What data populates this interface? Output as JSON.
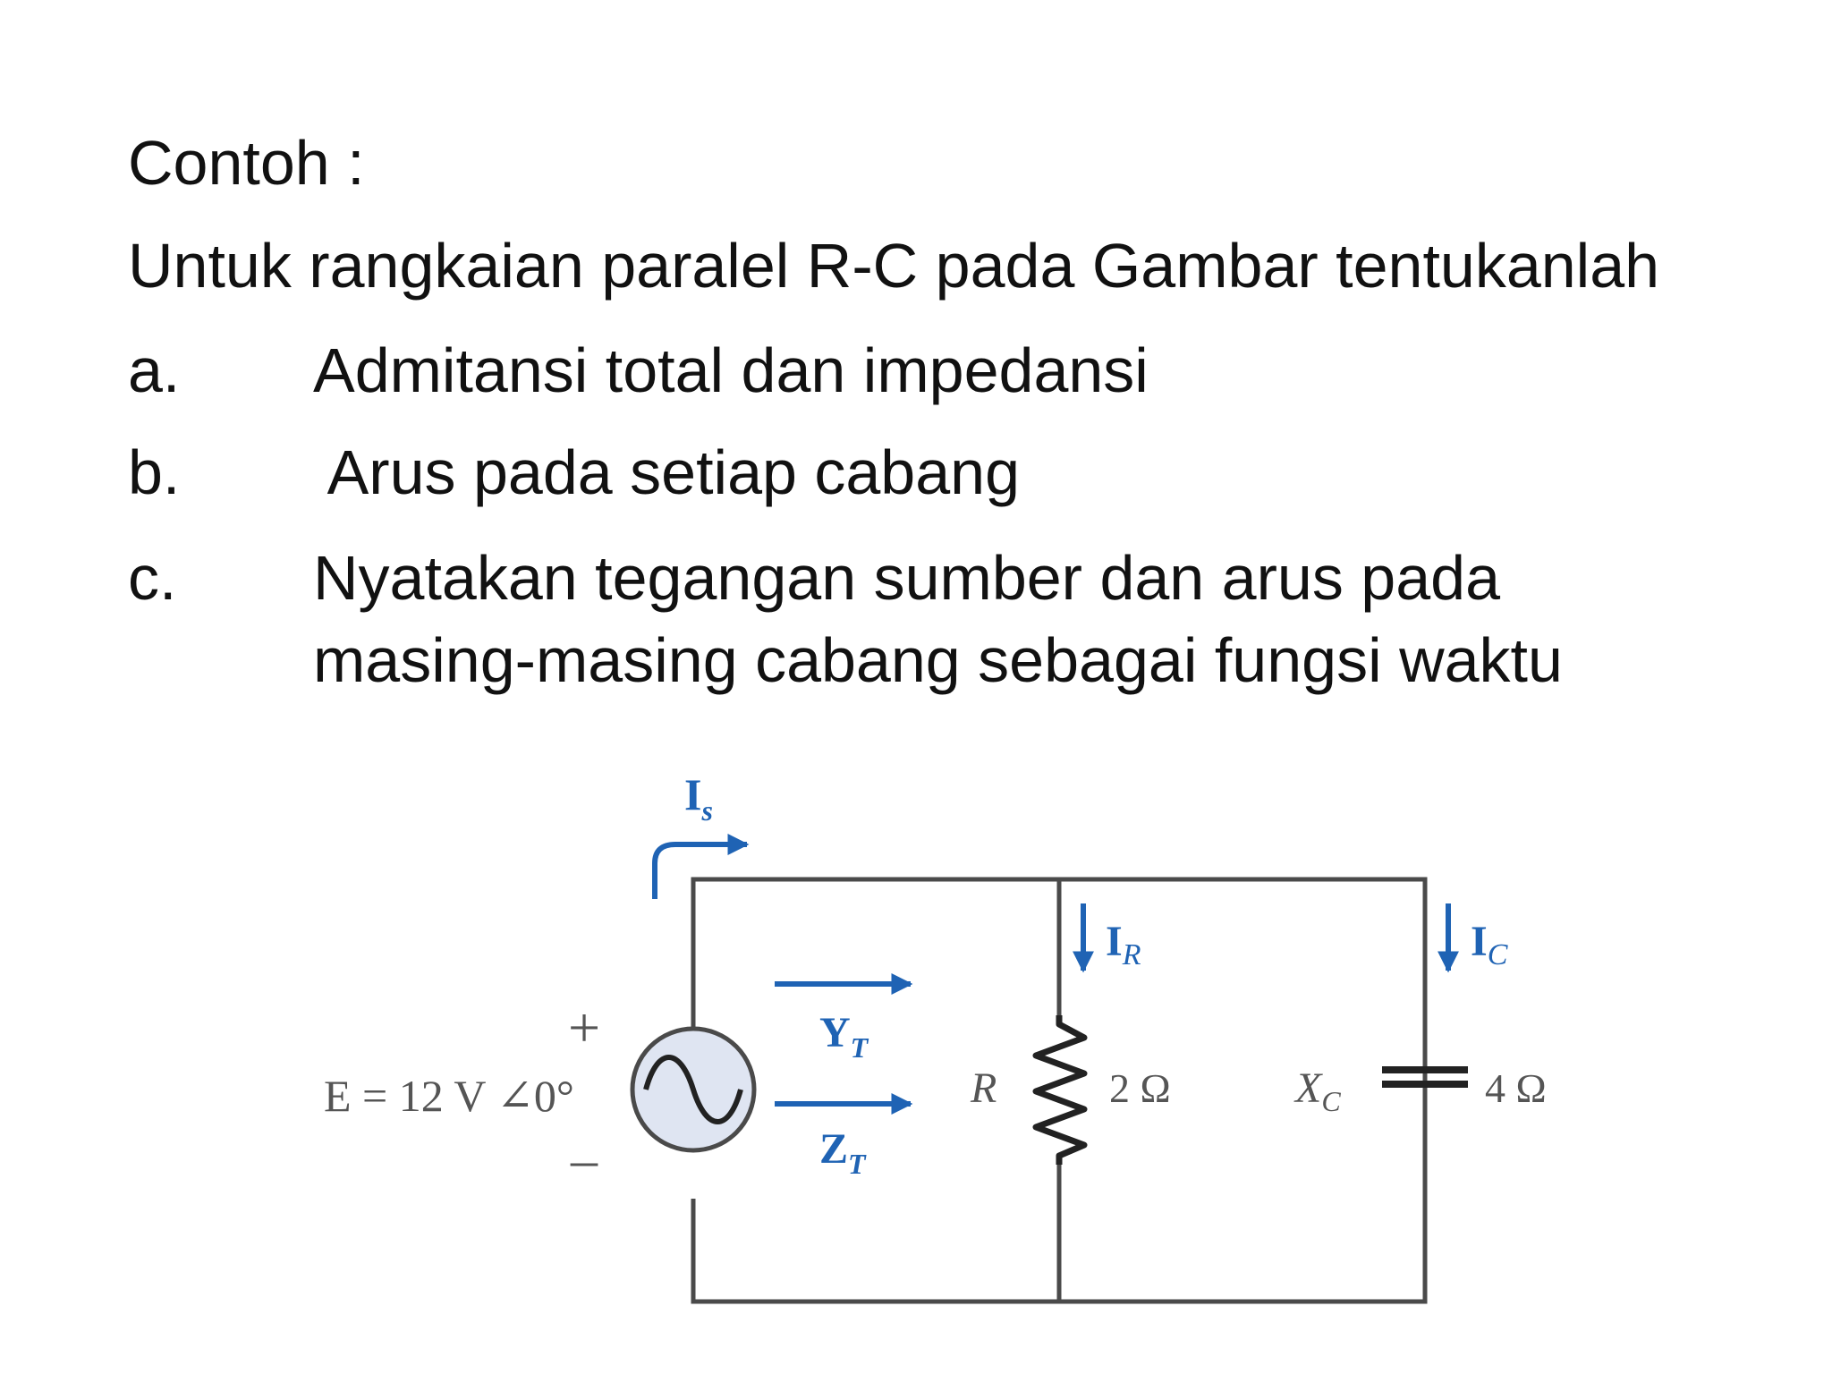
{
  "heading": "Contoh :",
  "intro": "Untuk rangkaian paralel R-C pada Gambar tentukanlah",
  "items": [
    {
      "marker": "a.",
      "text": "Admitansi total dan impedansi"
    },
    {
      "marker": "b.",
      "text": " Arus pada setiap cabang"
    },
    {
      "marker": "c.",
      "text": "Nyatakan tegangan sumber dan arus pada",
      "text2": "masing-masing cabang sebagai fungsi waktu"
    }
  ],
  "circuit": {
    "source_label": "E = 12 V ∠0°",
    "plus": "+",
    "minus": "–",
    "is_main": "I",
    "is_sub": "s",
    "yt_main": "Y",
    "yt_sub": "T",
    "zt_main": "Z",
    "zt_sub": "T",
    "ir_main": "I",
    "ir_sub": "R",
    "ic_main": "I",
    "ic_sub": "C",
    "r_label": "R",
    "r_value": "2 Ω",
    "xc_main": "X",
    "xc_sub": "C",
    "xc_value": "4 Ω",
    "colors": {
      "wire": "#4a4a4a",
      "arrow": "#1f63b4",
      "label": "#555555",
      "source_fill": "#dfe5f2"
    }
  }
}
